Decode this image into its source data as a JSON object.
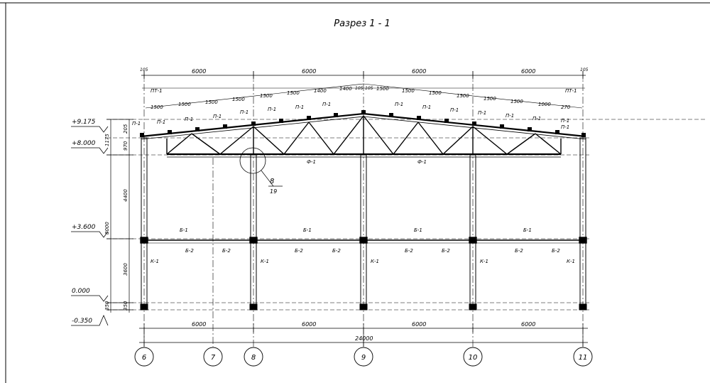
{
  "title": "Разрез 1 - 1",
  "elevations": [
    "+9.175",
    "+8.000",
    "+3.600",
    "0.000",
    "-0.350"
  ],
  "vertical_dims": [
    "1175",
    "970",
    "205",
    "4400",
    "8000",
    "3600",
    "350",
    "350"
  ],
  "top_spans": [
    "6000",
    "6000",
    "6000",
    "6000"
  ],
  "top_small": [
    "105",
    "105",
    "105",
    "105"
  ],
  "panel_dims": [
    "1500",
    "1500",
    "1500",
    "1500",
    "1500",
    "1500",
    "1400",
    "1400",
    "1500",
    "1500",
    "1500",
    "1500",
    "1500",
    "1500",
    "1000",
    "270"
  ],
  "bottom_spans": [
    "6000",
    "6000",
    "6000",
    "6000"
  ],
  "overall": "24000",
  "axes": [
    "6",
    "7",
    "8",
    "9",
    "10",
    "11"
  ],
  "marks": {
    "purlin": "П-1",
    "purlin_end": "ПТ-1",
    "bracing": "Ф-1",
    "beam1": "Б-1",
    "beam2": "Б-2",
    "column": "К-1"
  },
  "node": {
    "number": "8",
    "sheet": "19"
  }
}
